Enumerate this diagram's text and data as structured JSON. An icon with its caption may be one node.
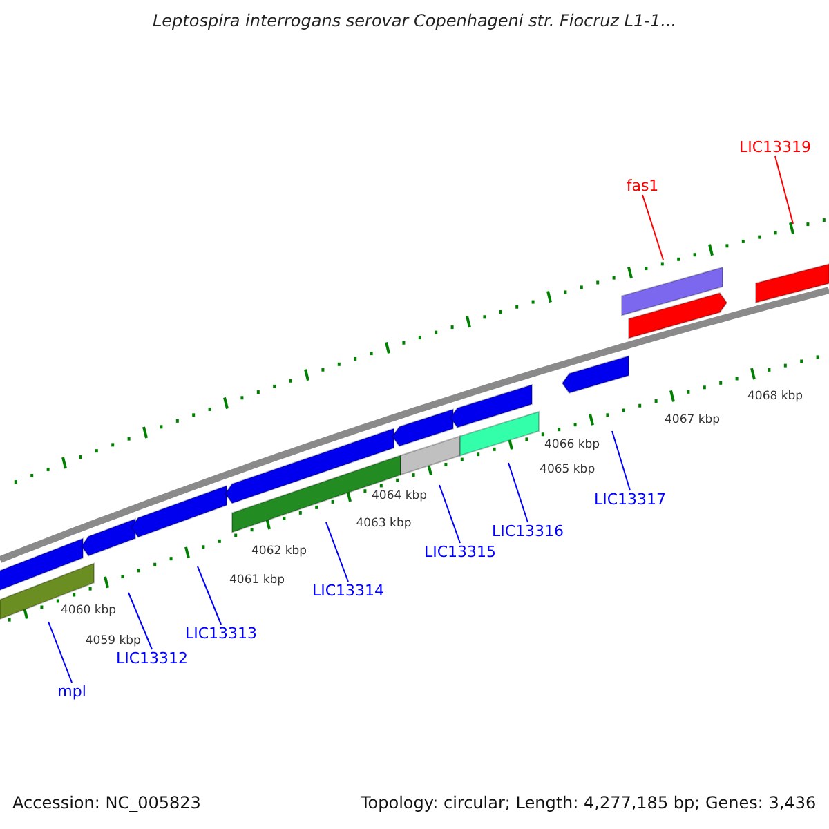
{
  "diagram": {
    "title": "Leptospira interrogans serovar Copenhageni str. Fiocruz L1-1...",
    "nodes": [
      {
        "text": [
          "LIC13319"
        ]
      },
      {
        "text": [
          "fas1"
        ]
      },
      {
        "text": [
          "LIC13317"
        ]
      },
      {
        "text": [
          "LIC13316"
        ]
      },
      {
        "text": [
          "LIC13315"
        ]
      },
      {
        "text": [
          "LIC13314"
        ]
      },
      {
        "text": [
          "LIC13313"
        ]
      },
      {
        "text": [
          "LIC13312"
        ]
      },
      {
        "text": [
          "mpl"
        ]
      }
    ],
    "edges": [
      {
        "from": 0,
        "to": null,
        "arrow": "none",
        "color": "#ff0000"
      },
      {
        "from": 1,
        "to": null,
        "arrow": "none",
        "color": "#ff0000"
      },
      {
        "from": 2,
        "to": null,
        "arrow": "none"
      },
      {
        "from": 3,
        "to": null,
        "arrow": "none"
      },
      {
        "from": 4,
        "to": null,
        "arrow": "none"
      },
      {
        "from": 5,
        "to": null,
        "arrow": "none"
      },
      {
        "from": 6,
        "to": null,
        "arrow": "none"
      },
      {
        "from": 7,
        "to": null,
        "arrow": "none"
      },
      {
        "from": 8,
        "to": null,
        "arrow": "none"
      }
    ],
    "labels": [
      "4068 kbp",
      "4067 kbp",
      "4066 kbp",
      "4065 kbp",
      "4064 kbp",
      "4063 kbp",
      "4062 kbp",
      "4061 kbp",
      "4060 kbp",
      "4059 kbp",
      "Accession: NC_005823",
      "Topology: circular; Length: 4,277,185 bp; Genes: 3,436"
    ]
  }
}
